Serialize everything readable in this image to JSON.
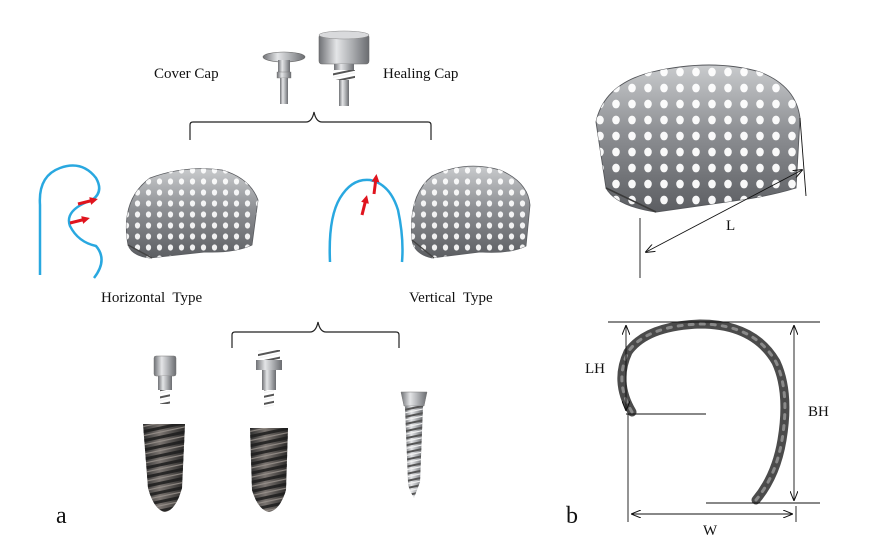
{
  "labels": {
    "cover_cap": "Cover Cap",
    "healing_cap": "Healing Cap",
    "horizontal_type": "Horizontal  Type",
    "vertical_type": "Vertical  Type"
  },
  "panels": {
    "a": "a",
    "b": "b"
  },
  "dimensions": {
    "length": "L",
    "lateral_height": "LH",
    "buccal_height": "BH",
    "width": "W"
  },
  "colors": {
    "outline": "#29a8e0",
    "arrow": "#e0141e",
    "metal": "#9a9c9f",
    "dark_metal": "#4a4a4a"
  }
}
